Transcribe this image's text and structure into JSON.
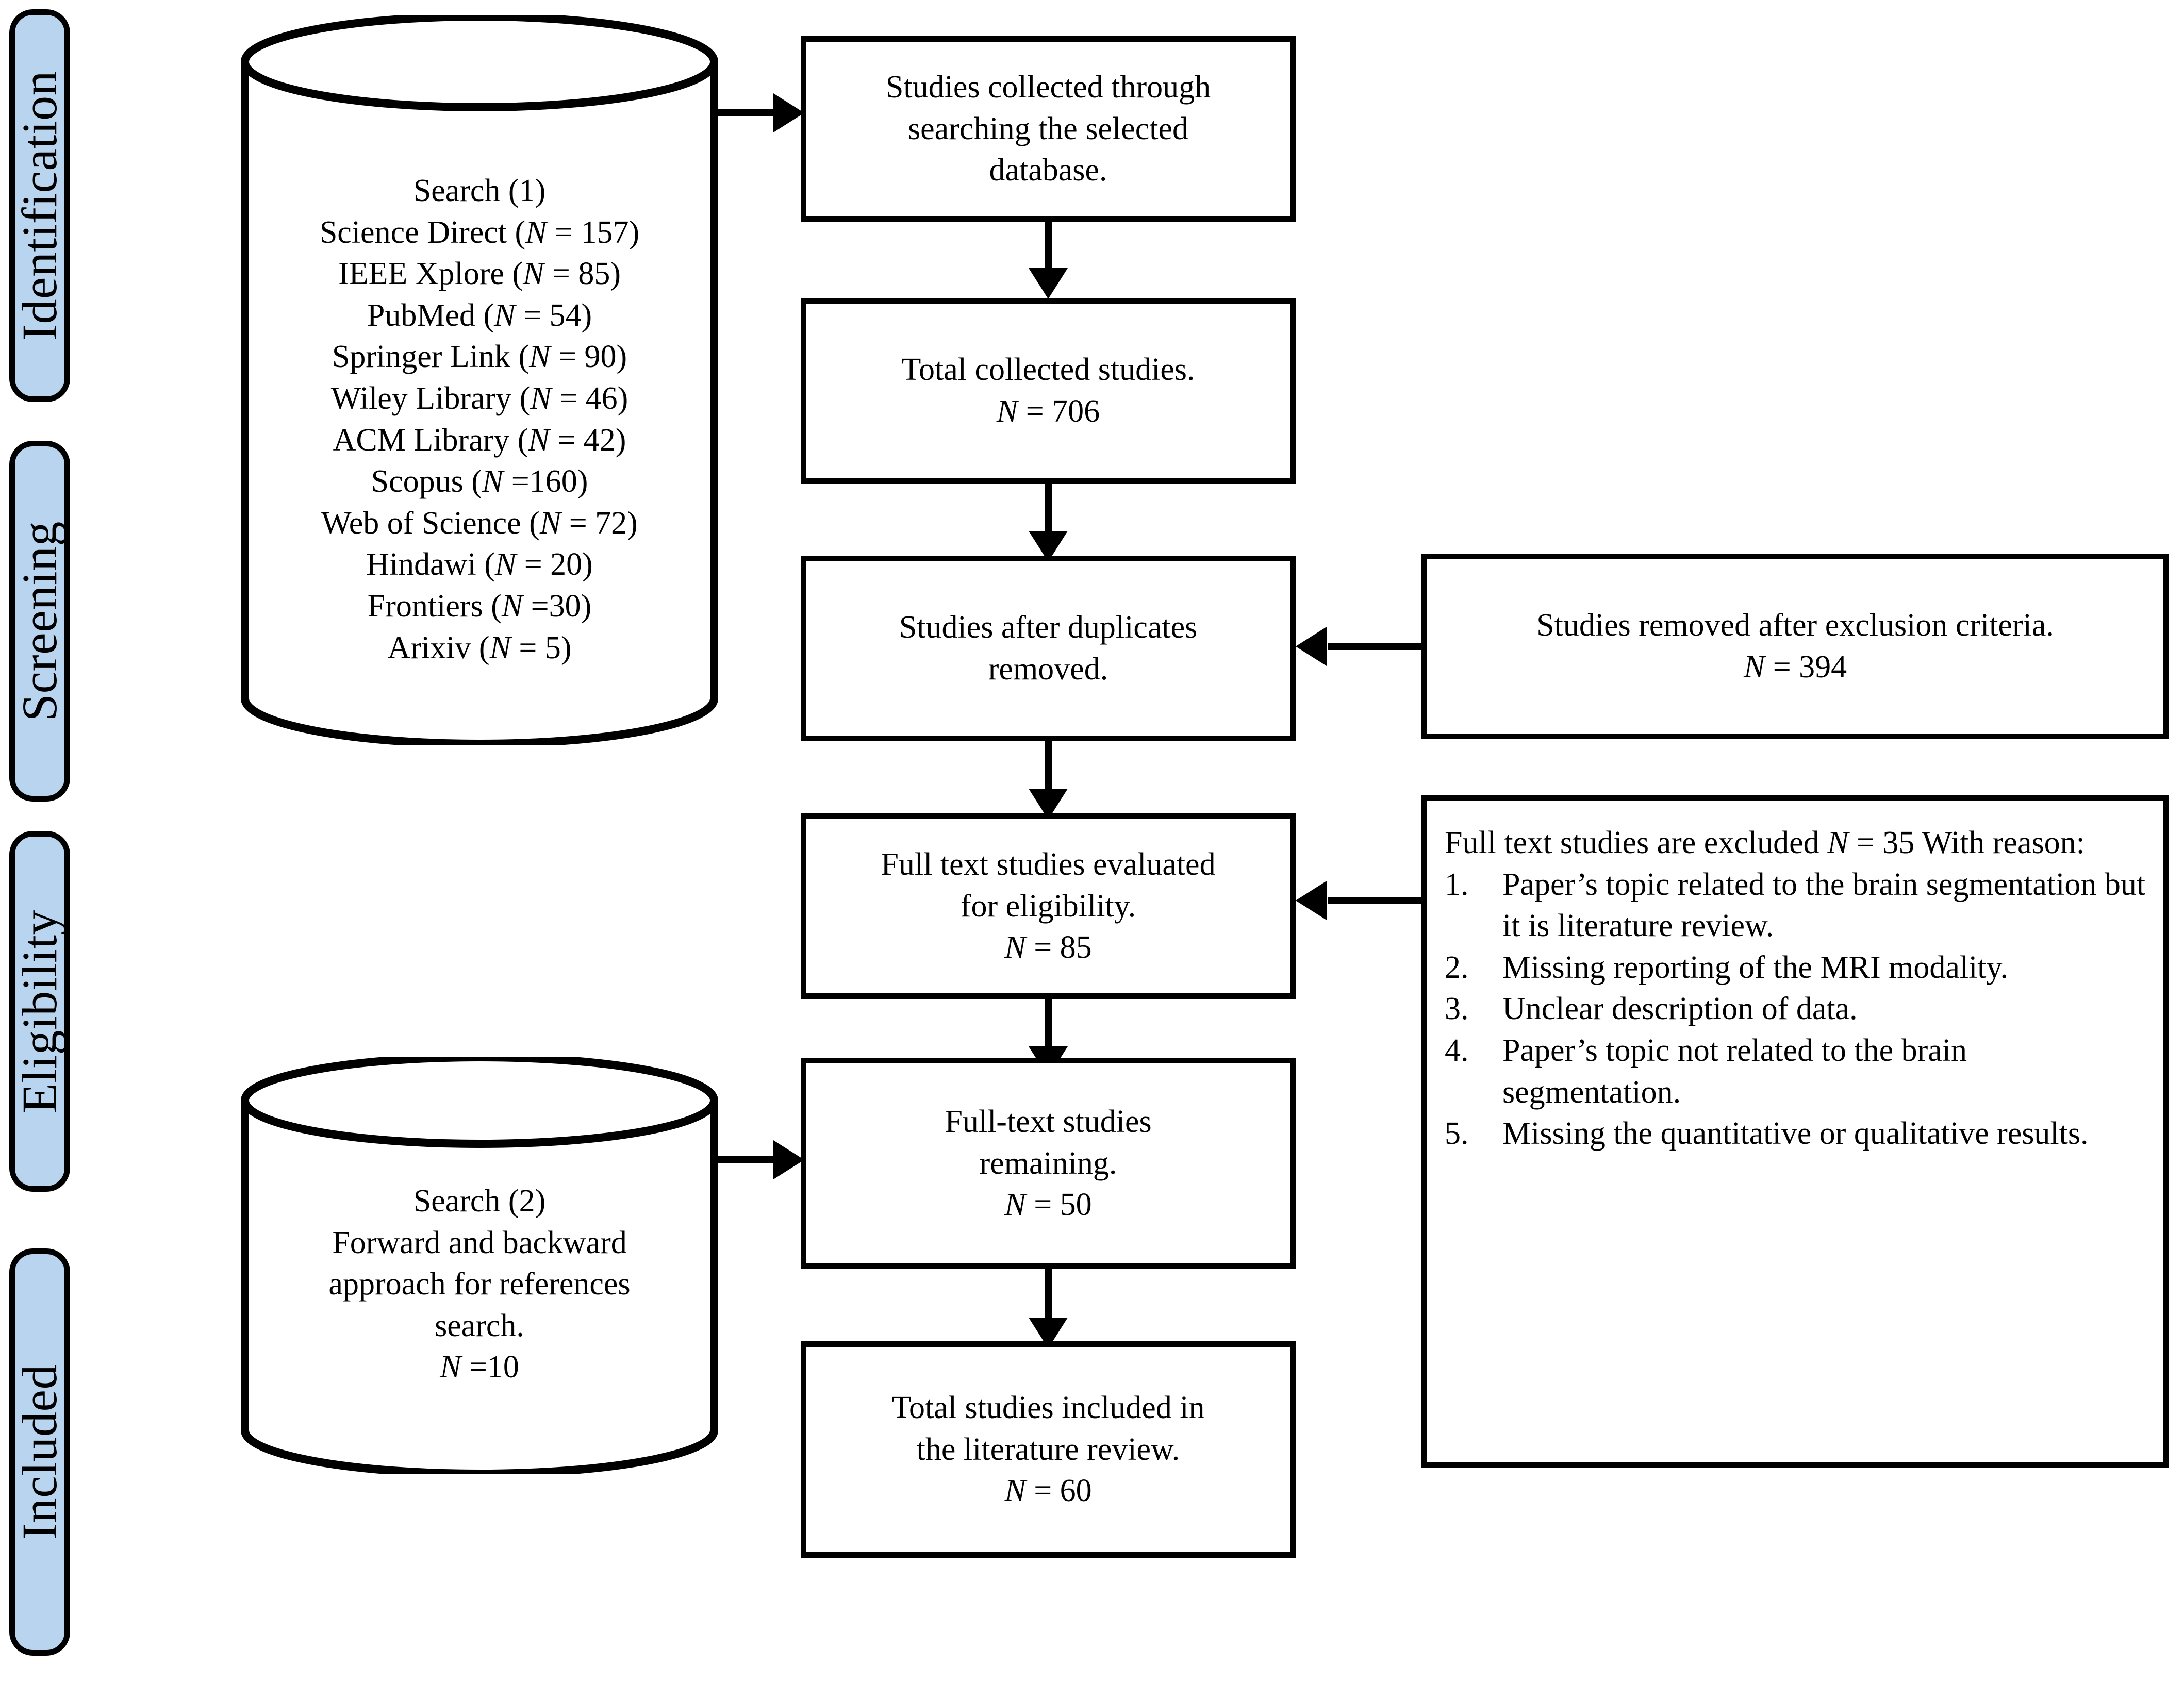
{
  "diagram": {
    "title": "PRISMA study selection flow diagram",
    "accent_blue": "#b8d4ee",
    "stroke_color": "#000000"
  },
  "phases": [
    {
      "id": "identification",
      "label": "Identification"
    },
    {
      "id": "screening",
      "label": "Screening"
    },
    {
      "id": "eligibility",
      "label": "Eligibility"
    },
    {
      "id": "included",
      "label": "Included"
    }
  ],
  "search1": {
    "heading": "Search (1)",
    "sources": [
      {
        "name": "Science Direct",
        "count_text": "(N = 157)",
        "n": 157
      },
      {
        "name": "IEEE Xplore",
        "count_text": "(N = 85)",
        "n": 85
      },
      {
        "name": "PubMed",
        "count_text": "(N = 54)",
        "n": 54
      },
      {
        "name": "Springer Link",
        "count_text": "(N = 90)",
        "n": 90
      },
      {
        "name": "Wiley Library",
        "count_text": "(N = 46)",
        "n": 46
      },
      {
        "name": "ACM Library",
        "count_text": "(N = 42)",
        "n": 42
      },
      {
        "name": "Scopus",
        "count_text": "(N =160)",
        "n": 160
      },
      {
        "name": "Web of Science",
        "count_text": "(N = 72)",
        "n": 72
      },
      {
        "name": "Hindawi",
        "count_text": "(N = 20)",
        "n": 20
      },
      {
        "name": "Frontiers",
        "count_text": "(N =30)",
        "n": 30
      },
      {
        "name": "Arixiv",
        "count_text": "(N = 5)",
        "n": 5
      }
    ]
  },
  "search2": {
    "heading": "Search (2)",
    "description": "Forward and backward approach for references search.",
    "count_text": "N =10",
    "n": 10
  },
  "boxes": {
    "collected": {
      "line1": "Studies collected through",
      "line2": "searching the selected",
      "line3": "database."
    },
    "total_collected": {
      "line1": "Total collected studies.",
      "count_text": "N = 706",
      "n": 706
    },
    "after_duplicates": {
      "line1": "Studies after duplicates",
      "line2": "removed."
    },
    "full_text_eval": {
      "line1": "Full text studies evaluated",
      "line2": "for eligibility.",
      "count_text": "N = 85",
      "n": 85
    },
    "full_text_remaining": {
      "line1": "Full-text studies",
      "line2": "remaining.",
      "count_text": "N = 50",
      "n": 50
    },
    "included_total": {
      "line1": "Total studies included in",
      "line2": "the literature review.",
      "count_text": "N = 60",
      "n": 60
    },
    "removed_exclusion": {
      "line1": "Studies removed after exclusion criteria.",
      "count_text": "N = 394",
      "n": 394
    },
    "excluded_reasons": {
      "lead_a": "Full text studies are excluded ",
      "lead_n": "N",
      "lead_b": " = 35 With reason:",
      "n": 35,
      "items": [
        {
          "num": "1.",
          "text": "Paper’s topic related to the brain segmentation but it is literature review."
        },
        {
          "num": "2.",
          "text": "Missing reporting of the MRI modality."
        },
        {
          "num": "3.",
          "text": "Unclear description of data."
        },
        {
          "num": "4.",
          "text": "Paper’s topic not related to the brain segmentation."
        },
        {
          "num": "5.",
          "text": "Missing the quantitative or qualitative results."
        }
      ]
    }
  }
}
